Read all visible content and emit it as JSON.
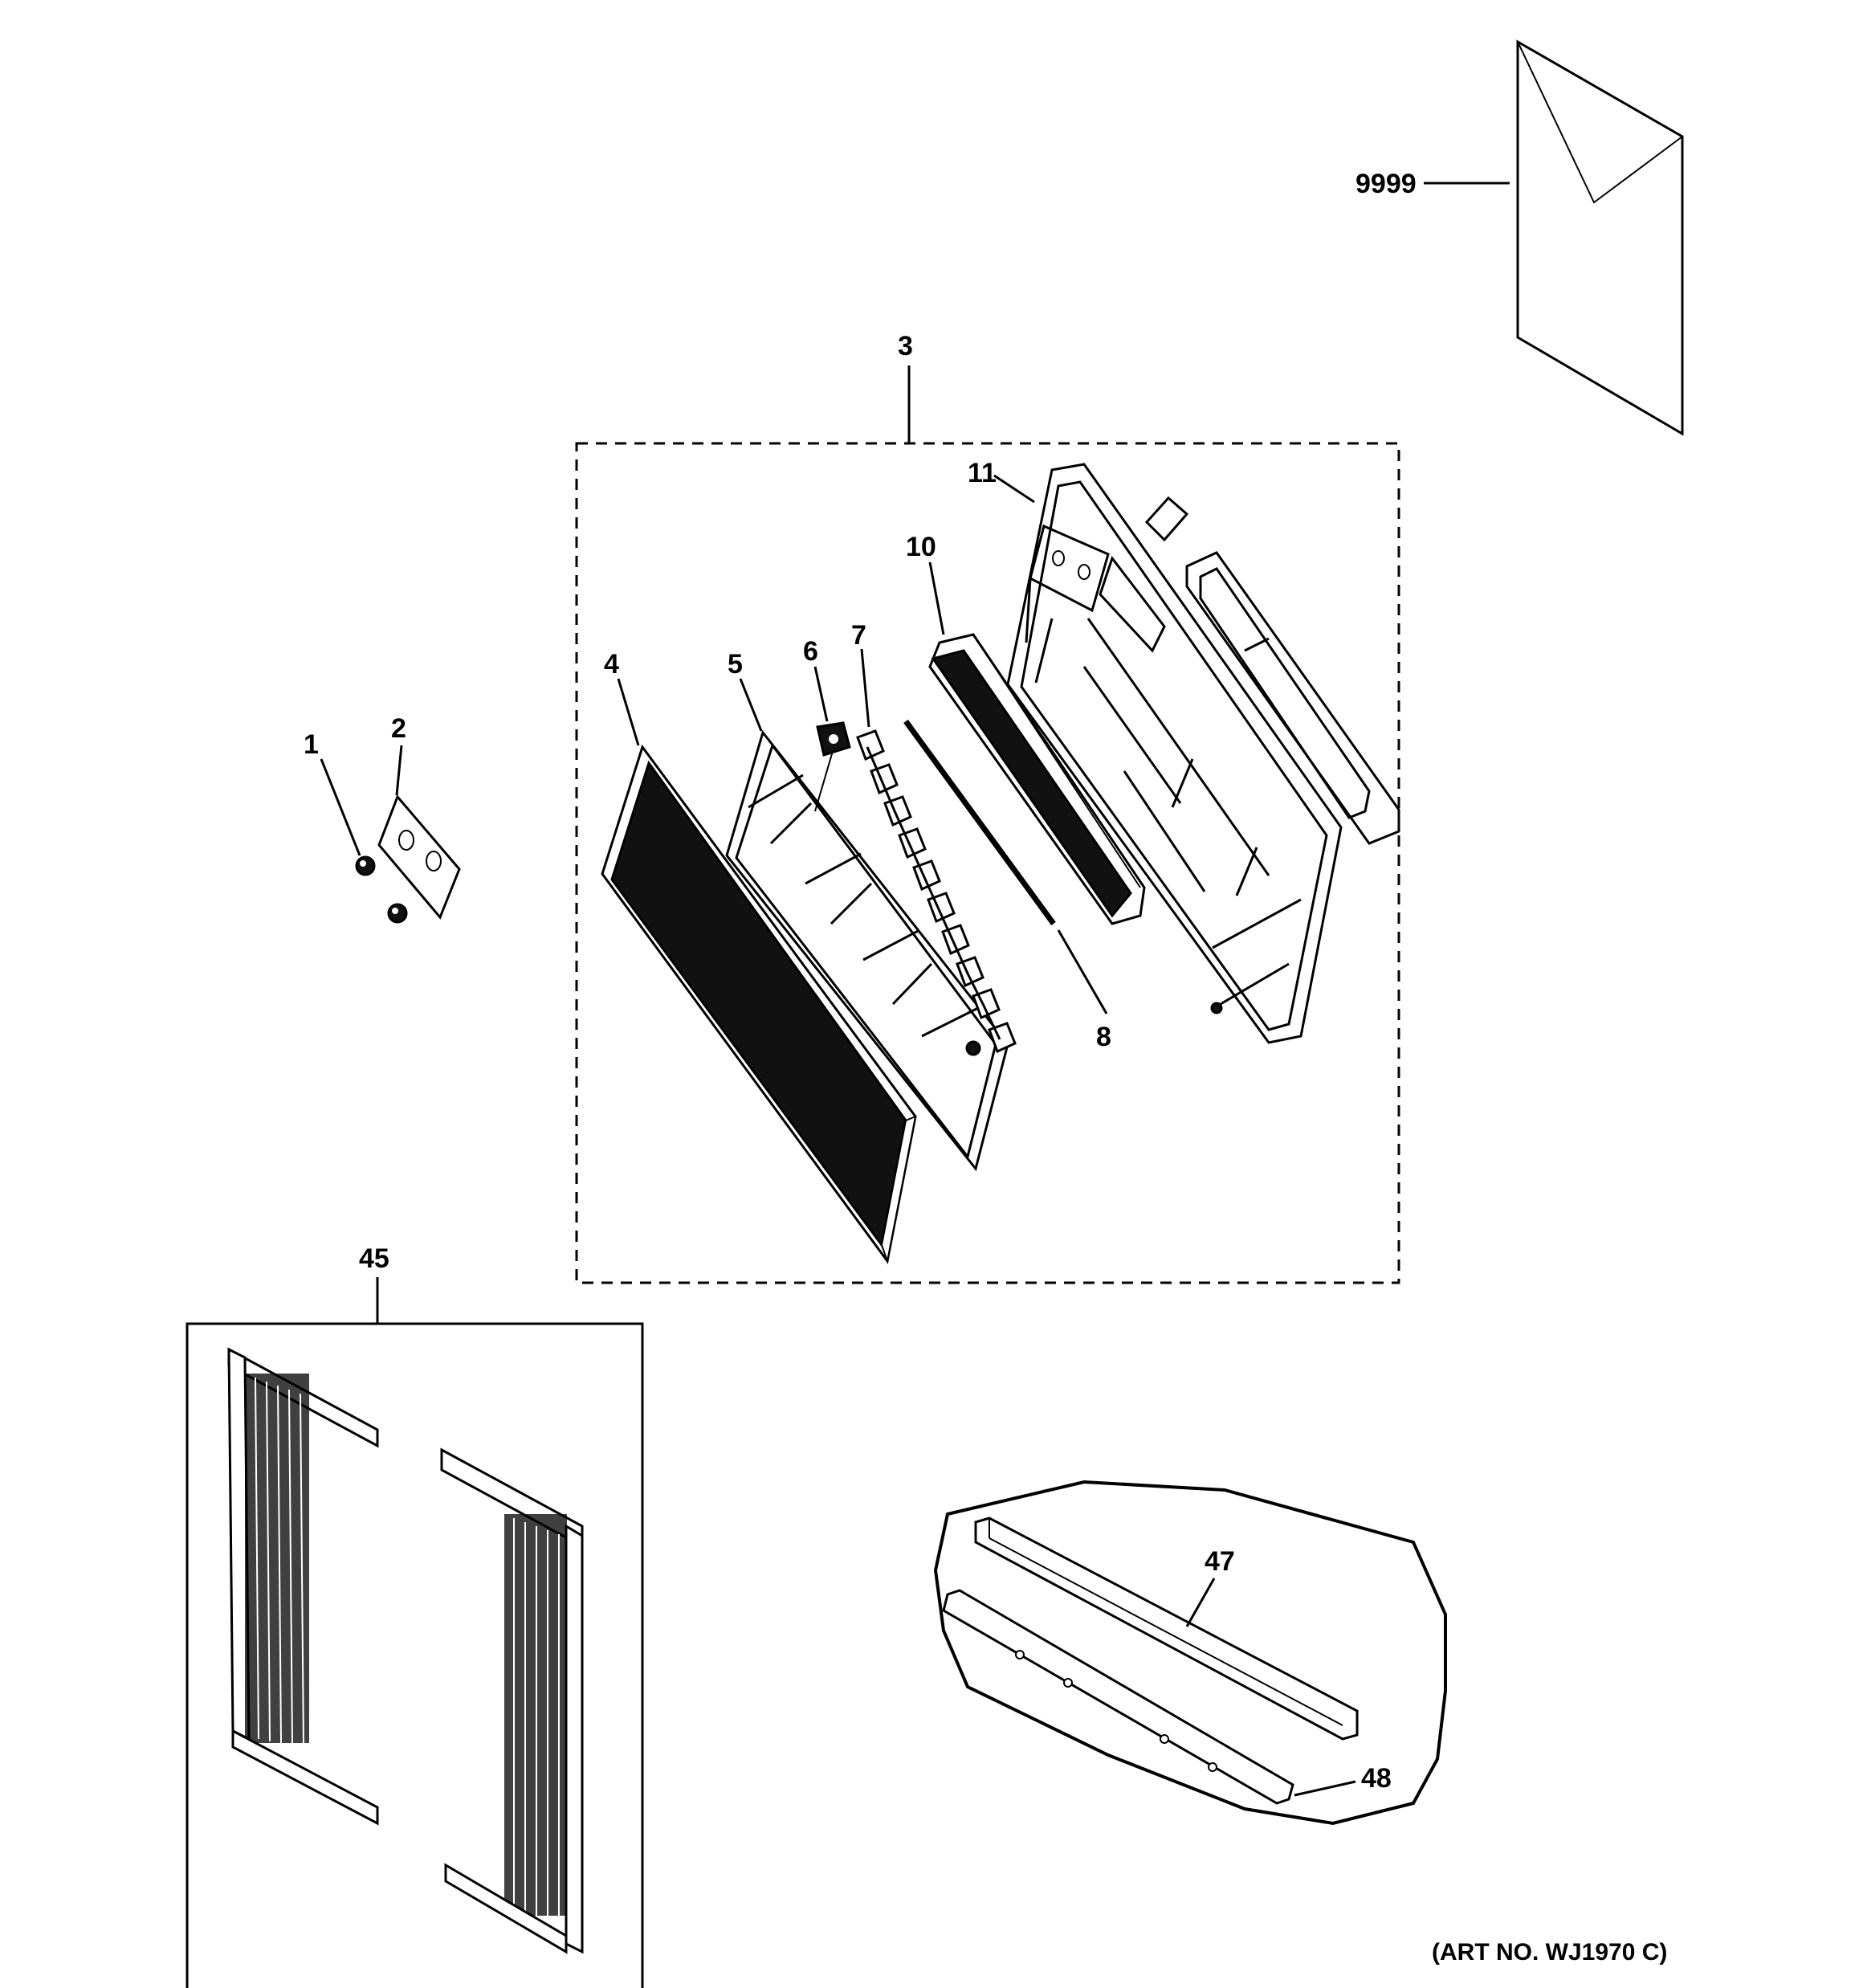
{
  "callouts": {
    "c1": "1",
    "c2": "2",
    "c3": "3",
    "c4": "4",
    "c5": "5",
    "c6": "6",
    "c7": "7",
    "c8": "8",
    "c10": "10",
    "c11": "11",
    "c45": "45",
    "c47": "47",
    "c48": "48",
    "c9999": "9999"
  },
  "art_number": "(ART NO. WJ1970 C)"
}
